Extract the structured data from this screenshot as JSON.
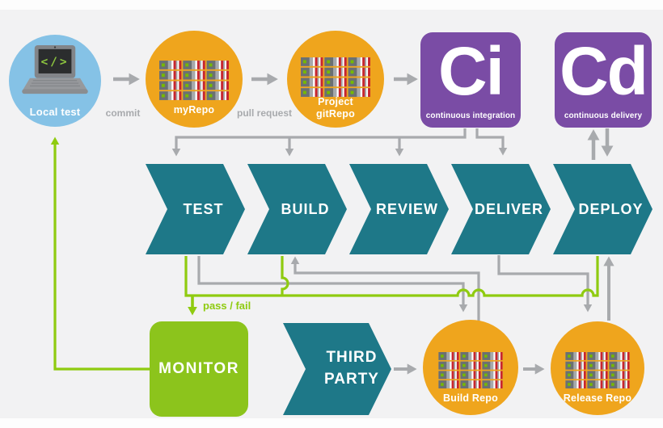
{
  "colors": {
    "background": "#f2f2f3",
    "teal": "#1e7888",
    "orange": "#efa51d",
    "purple": "#7a4ca5",
    "blue": "#85c2e6",
    "green_box": "#8cc41c",
    "green_line": "#8fcb10",
    "gray_line": "#a8aaad",
    "code_green": "#8dc63f"
  },
  "top_row": {
    "local_test": {
      "label": "Local test",
      "code_glyph": "</>"
    },
    "commit_label": "commit",
    "my_repo": {
      "label": "myRepo"
    },
    "pull_request_label": "pull request",
    "git_repo": {
      "label_line1": "Project",
      "label_line2": "gitRepo"
    },
    "ci": {
      "abbr": "Ci",
      "caption": "continuous integration"
    },
    "cd": {
      "abbr": "Cd",
      "caption": "continuous delivery"
    }
  },
  "pipeline": {
    "stages": [
      {
        "label": "TEST"
      },
      {
        "label": "BUILD"
      },
      {
        "label": "REVIEW"
      },
      {
        "label": "DELIVER"
      },
      {
        "label": "DEPLOY"
      }
    ]
  },
  "bottom_row": {
    "monitor_label": "MONITOR",
    "pass_fail_label": "pass / fail",
    "third_party": {
      "line1": "THIRD",
      "line2": "PARTY"
    },
    "build_repo_label": "Build Repo",
    "release_repo_label": "Release Repo"
  }
}
